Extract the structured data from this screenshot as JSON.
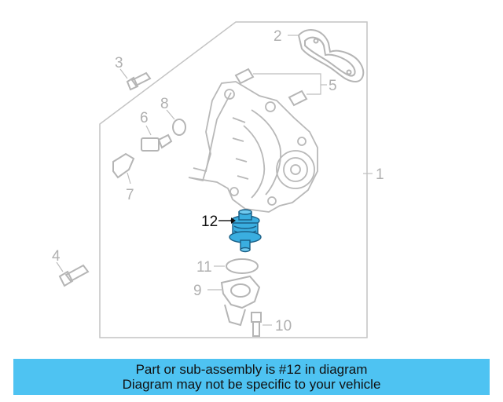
{
  "callouts": {
    "c1": "1",
    "c2": "2",
    "c3": "3",
    "c4": "4",
    "c5": "5",
    "c6": "6",
    "c7": "7",
    "c8": "8",
    "c9": "9",
    "c10": "10",
    "c11": "11",
    "c12": "12"
  },
  "banner": {
    "line1": "Part or sub-assembly is #12 in diagram",
    "line2": "Diagram may not be specific to your vehicle"
  },
  "colors": {
    "highlight": "#3aaee0",
    "banner_bg": "#4ec3f2",
    "line_art": "#b8b8b8"
  }
}
